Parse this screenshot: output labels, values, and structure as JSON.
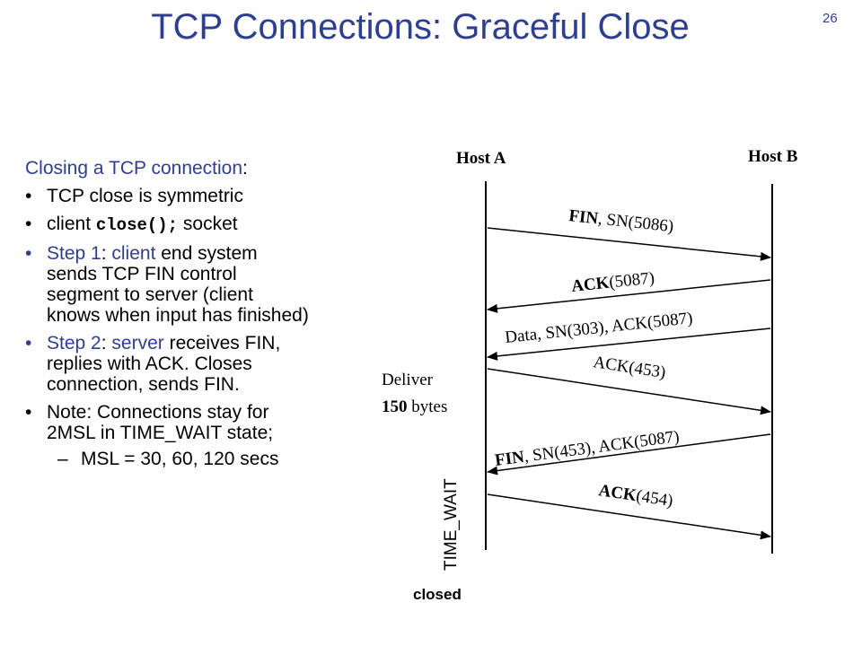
{
  "slide": {
    "title": "TCP Connections: Graceful Close",
    "number": "26"
  },
  "text": {
    "intro_label": "Closing a TCP connection",
    "intro_colon": ":",
    "bullets": [
      {
        "text": "TCP close is symmetric"
      },
      {
        "pre": "client ",
        "code": "close();",
        "post": " socket"
      },
      {
        "label": "Step 1",
        "sep": ": ",
        "actor": "client",
        "line1": " end system",
        "line2": "sends TCP FIN control",
        "line3": "segment to server (client",
        "line4": "knows when input has finished)"
      },
      {
        "label": "Step 2",
        "sep": ": ",
        "actor": "server",
        "line1": " receives FIN,",
        "line2": "replies with ACK. Closes",
        "line3": "connection, sends FIN."
      },
      {
        "line1": "Note: Connections stay for",
        "line2": "2MSL in TIME_WAIT state;"
      }
    ],
    "sub_bullet": "MSL = 30, 60, 120 secs"
  },
  "diagram": {
    "host_a": "Host A",
    "host_b": "Host B",
    "messages": [
      {
        "bold": "FIN",
        "rest": ", SN(5086)"
      },
      {
        "bold": "ACK",
        "rest": "(5087)"
      },
      {
        "bold": "",
        "rest": "Data, SN(303), ACK(5087)"
      },
      {
        "bold": "",
        "rest": "ACK(453)"
      },
      {
        "bold": "FIN",
        "rest": ", SN(453), ACK(5087)"
      },
      {
        "bold": "ACK",
        "rest": "(454)"
      }
    ],
    "deliver_line1": "Deliver",
    "deliver_bytes": "150",
    "deliver_unit": " bytes",
    "time_wait": "TIME_WAIT",
    "closed": "closed"
  },
  "colors": {
    "title": "#2e3f8f",
    "text_blue": "#2e3f8f",
    "lines": "#000000"
  }
}
